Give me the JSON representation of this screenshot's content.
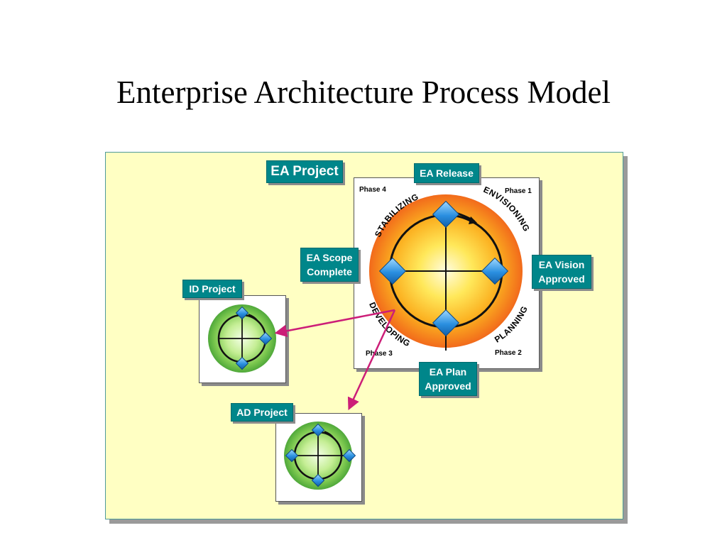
{
  "title": "Enterprise Architecture Process Model",
  "tags": {
    "ea_project": "EA Project",
    "ea_release": "EA Release",
    "ea_scope": [
      "EA Scope",
      "Complete"
    ],
    "ea_vision": [
      "EA Vision",
      "Approved"
    ],
    "ea_plan": [
      "EA Plan",
      "Approved"
    ],
    "id_project": "ID Project",
    "ad_project": "AD Project"
  },
  "phases": {
    "phase1": "Phase 1",
    "phase2": "Phase 2",
    "phase3": "Phase 3",
    "phase4": "Phase 4"
  },
  "arc_labels": {
    "stabilizing": "STABILIZING",
    "envisioning": "ENVISIONING",
    "planning": "PLANNING",
    "developing": "DEVELOPING"
  },
  "colors": {
    "panel_bg": "#ffffc3",
    "tag_teal": "#00868a",
    "arrow_magenta": "#cc1e78",
    "diamond_blue": "#2a8fe0",
    "orange_outer": "#f26a1b",
    "yellow_inner": "#ffe85a",
    "green_outer": "#4fa83a",
    "green_inner": "#d6f5b0"
  }
}
